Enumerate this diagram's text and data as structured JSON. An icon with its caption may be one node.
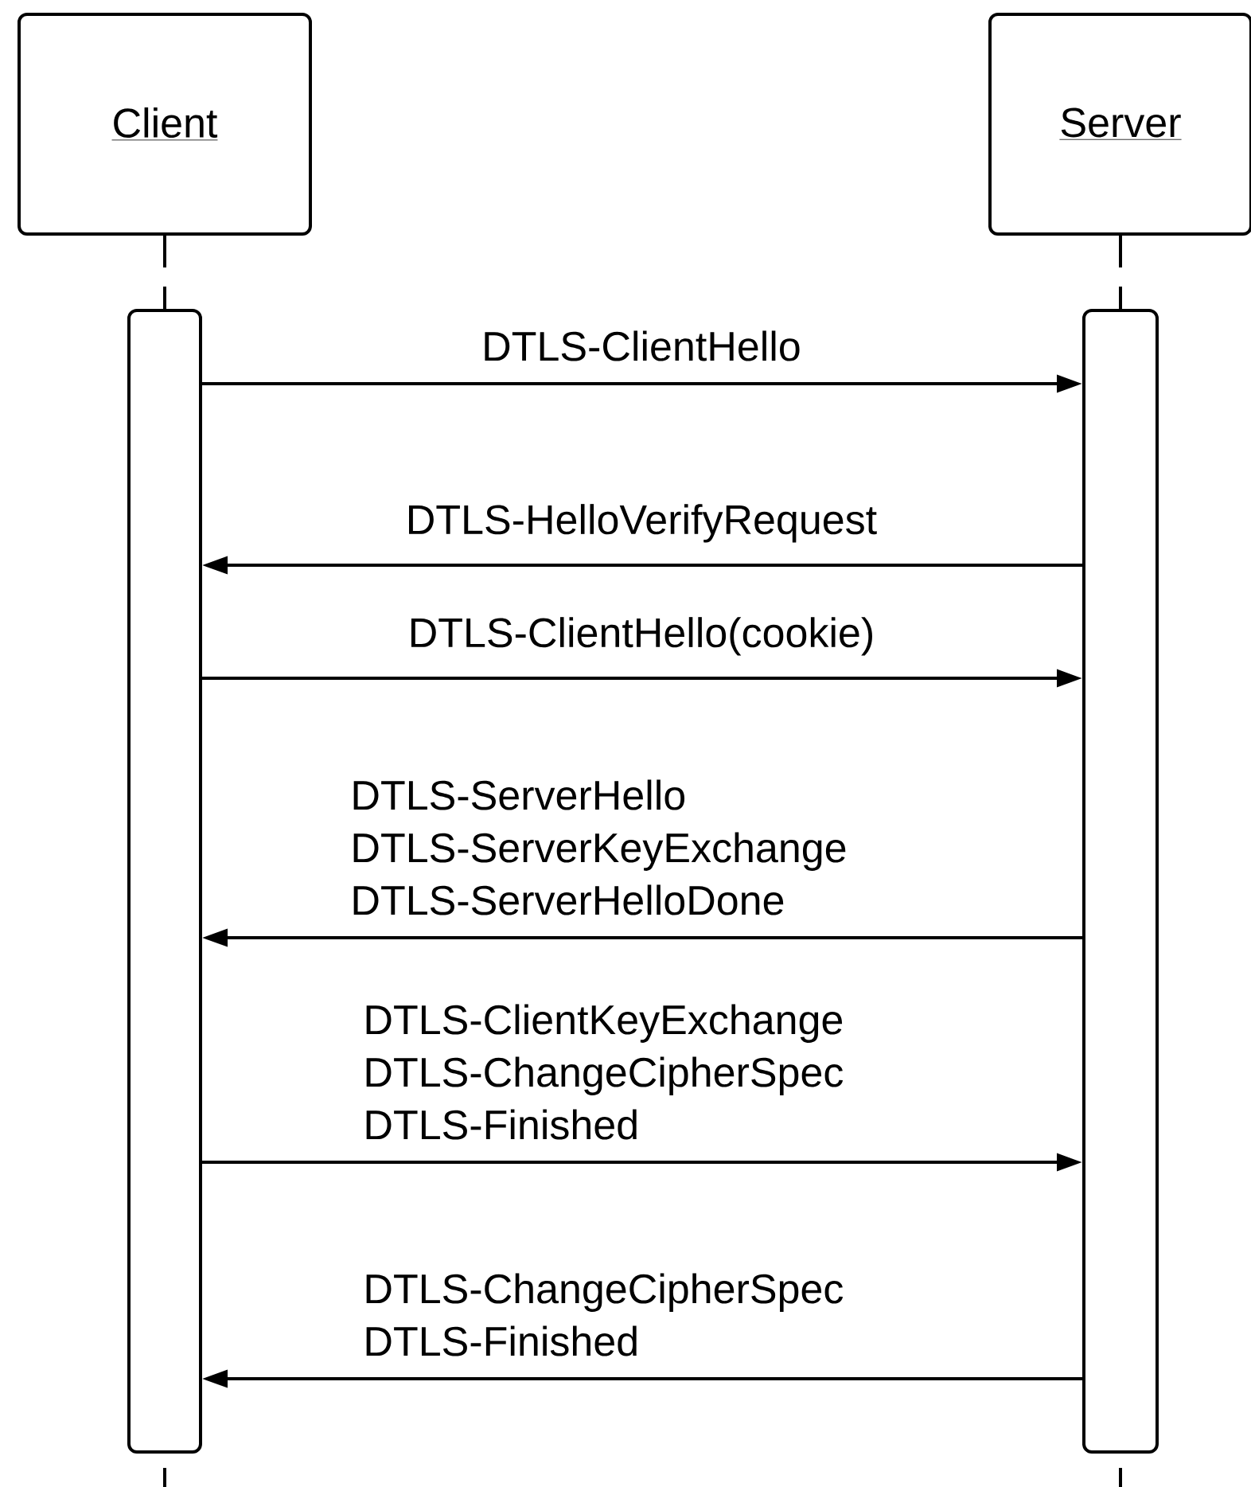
{
  "diagram": {
    "nodes": [
      {
        "text": [
          "Client"
        ]
      },
      {
        "text": [
          "Server"
        ]
      },
      {
        "text": [],
        "shape": "bar"
      },
      {
        "text": [],
        "shape": "bar"
      }
    ],
    "edges": [
      {
        "from": 0,
        "to": 2,
        "arrow": "none",
        "style": "dashed"
      },
      {
        "from": 1,
        "to": 3,
        "arrow": "none",
        "style": "dashed"
      },
      {
        "from": 2,
        "to": 3,
        "arrow": "to",
        "label": "DTLS-ClientHello"
      },
      {
        "from": 3,
        "to": 2,
        "arrow": "to",
        "label": "DTLS-HelloVerifyRequest"
      },
      {
        "from": 2,
        "to": 3,
        "arrow": "to",
        "label": "DTLS-ClientHello(cookie)"
      },
      {
        "from": 3,
        "to": 2,
        "arrow": "to",
        "label": "DTLS-ServerHello DTLS-ServerKeyExchange DTLS-ServerHelloDone"
      },
      {
        "from": 2,
        "to": 3,
        "arrow": "to",
        "label": "DTLS-ClientKeyExchange DTLS-ChangeCipherSpec DTLS-Finished"
      },
      {
        "from": 3,
        "to": 2,
        "arrow": "to",
        "label": "DTLS-ChangeCipherSpec DTLS-Finished"
      }
    ]
  }
}
